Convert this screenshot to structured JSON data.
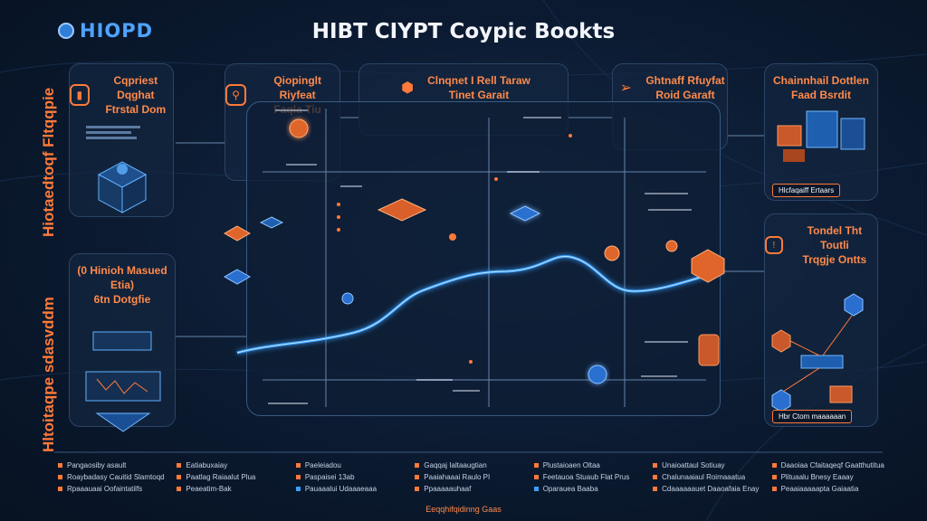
{
  "header": {
    "logo": "HIOPD",
    "title": "HIBT CIYPT Coypic Bookts"
  },
  "side_labels": {
    "top": "Hiotaedtoqf Fltqqpie",
    "bottom": "Hltoitaqpe sdasvddm"
  },
  "cards": [
    {
      "id": "c1",
      "title": "Cqpriest Dqghat\nFtrstal Dom"
    },
    {
      "id": "c2",
      "title": "Qiopinglt Riyfeat\nFaqla Tiu"
    },
    {
      "id": "c3",
      "title": "Clnqnet I Rell Taraw\nTinet Garait"
    },
    {
      "id": "c4",
      "title": "Ghtnaff Rfuyfat\nRoid Garaft"
    },
    {
      "id": "c5",
      "title": "Chainnhail Dottlen\nFaad Bsrdit"
    },
    {
      "id": "c6",
      "title": "(0 Hinioh Masued Etia)\n6tn Dotgfie"
    },
    {
      "id": "c7",
      "title": "Tondel Tht Toutli\nTrqgje Ontts"
    }
  ],
  "chips": {
    "top_right": "Hlcfaqaiff Ertaars",
    "bottom_right": "Hbr Ctom  maaaaaan"
  },
  "legend": [
    "Pangaosiby asault",
    "Eatiabuxaiay",
    "Paeleiadou",
    "Gaqqaj Ialtaaugtian",
    "Plustaioaen Oltaa",
    "Unaioattaul Sotiuay",
    "Daaoiaa Cfaitaqeqf Gaatthutitua",
    "Roaybadasy Cauitid Slamtoqd",
    "Paatlag Raiaalut Plua",
    "Paspaisei 13ab",
    "Paaiahaaai Raulo PI",
    "Feetauoa Stuaub Flat Prus",
    "Chalunaaiaul Roimaaatua",
    "Plituaalu Bnesy Eaaay",
    "Rpaaauaai Oofaintatilfs",
    "Peaeatim-Bak",
    "Pauaaalui Udaaaeaaa",
    "Ppaaaaauhaaf",
    "Oparauea Baaba",
    "Cdaaaaaauet Daaoafaia Enay",
    "Peaaiaaaaapta Gaiaatia"
  ],
  "footer": "Eeqqhifqidinng Gaas",
  "colors": {
    "accent": "#ff7a3a",
    "glow": "#3aa0ff",
    "background": "#0b1a30"
  }
}
